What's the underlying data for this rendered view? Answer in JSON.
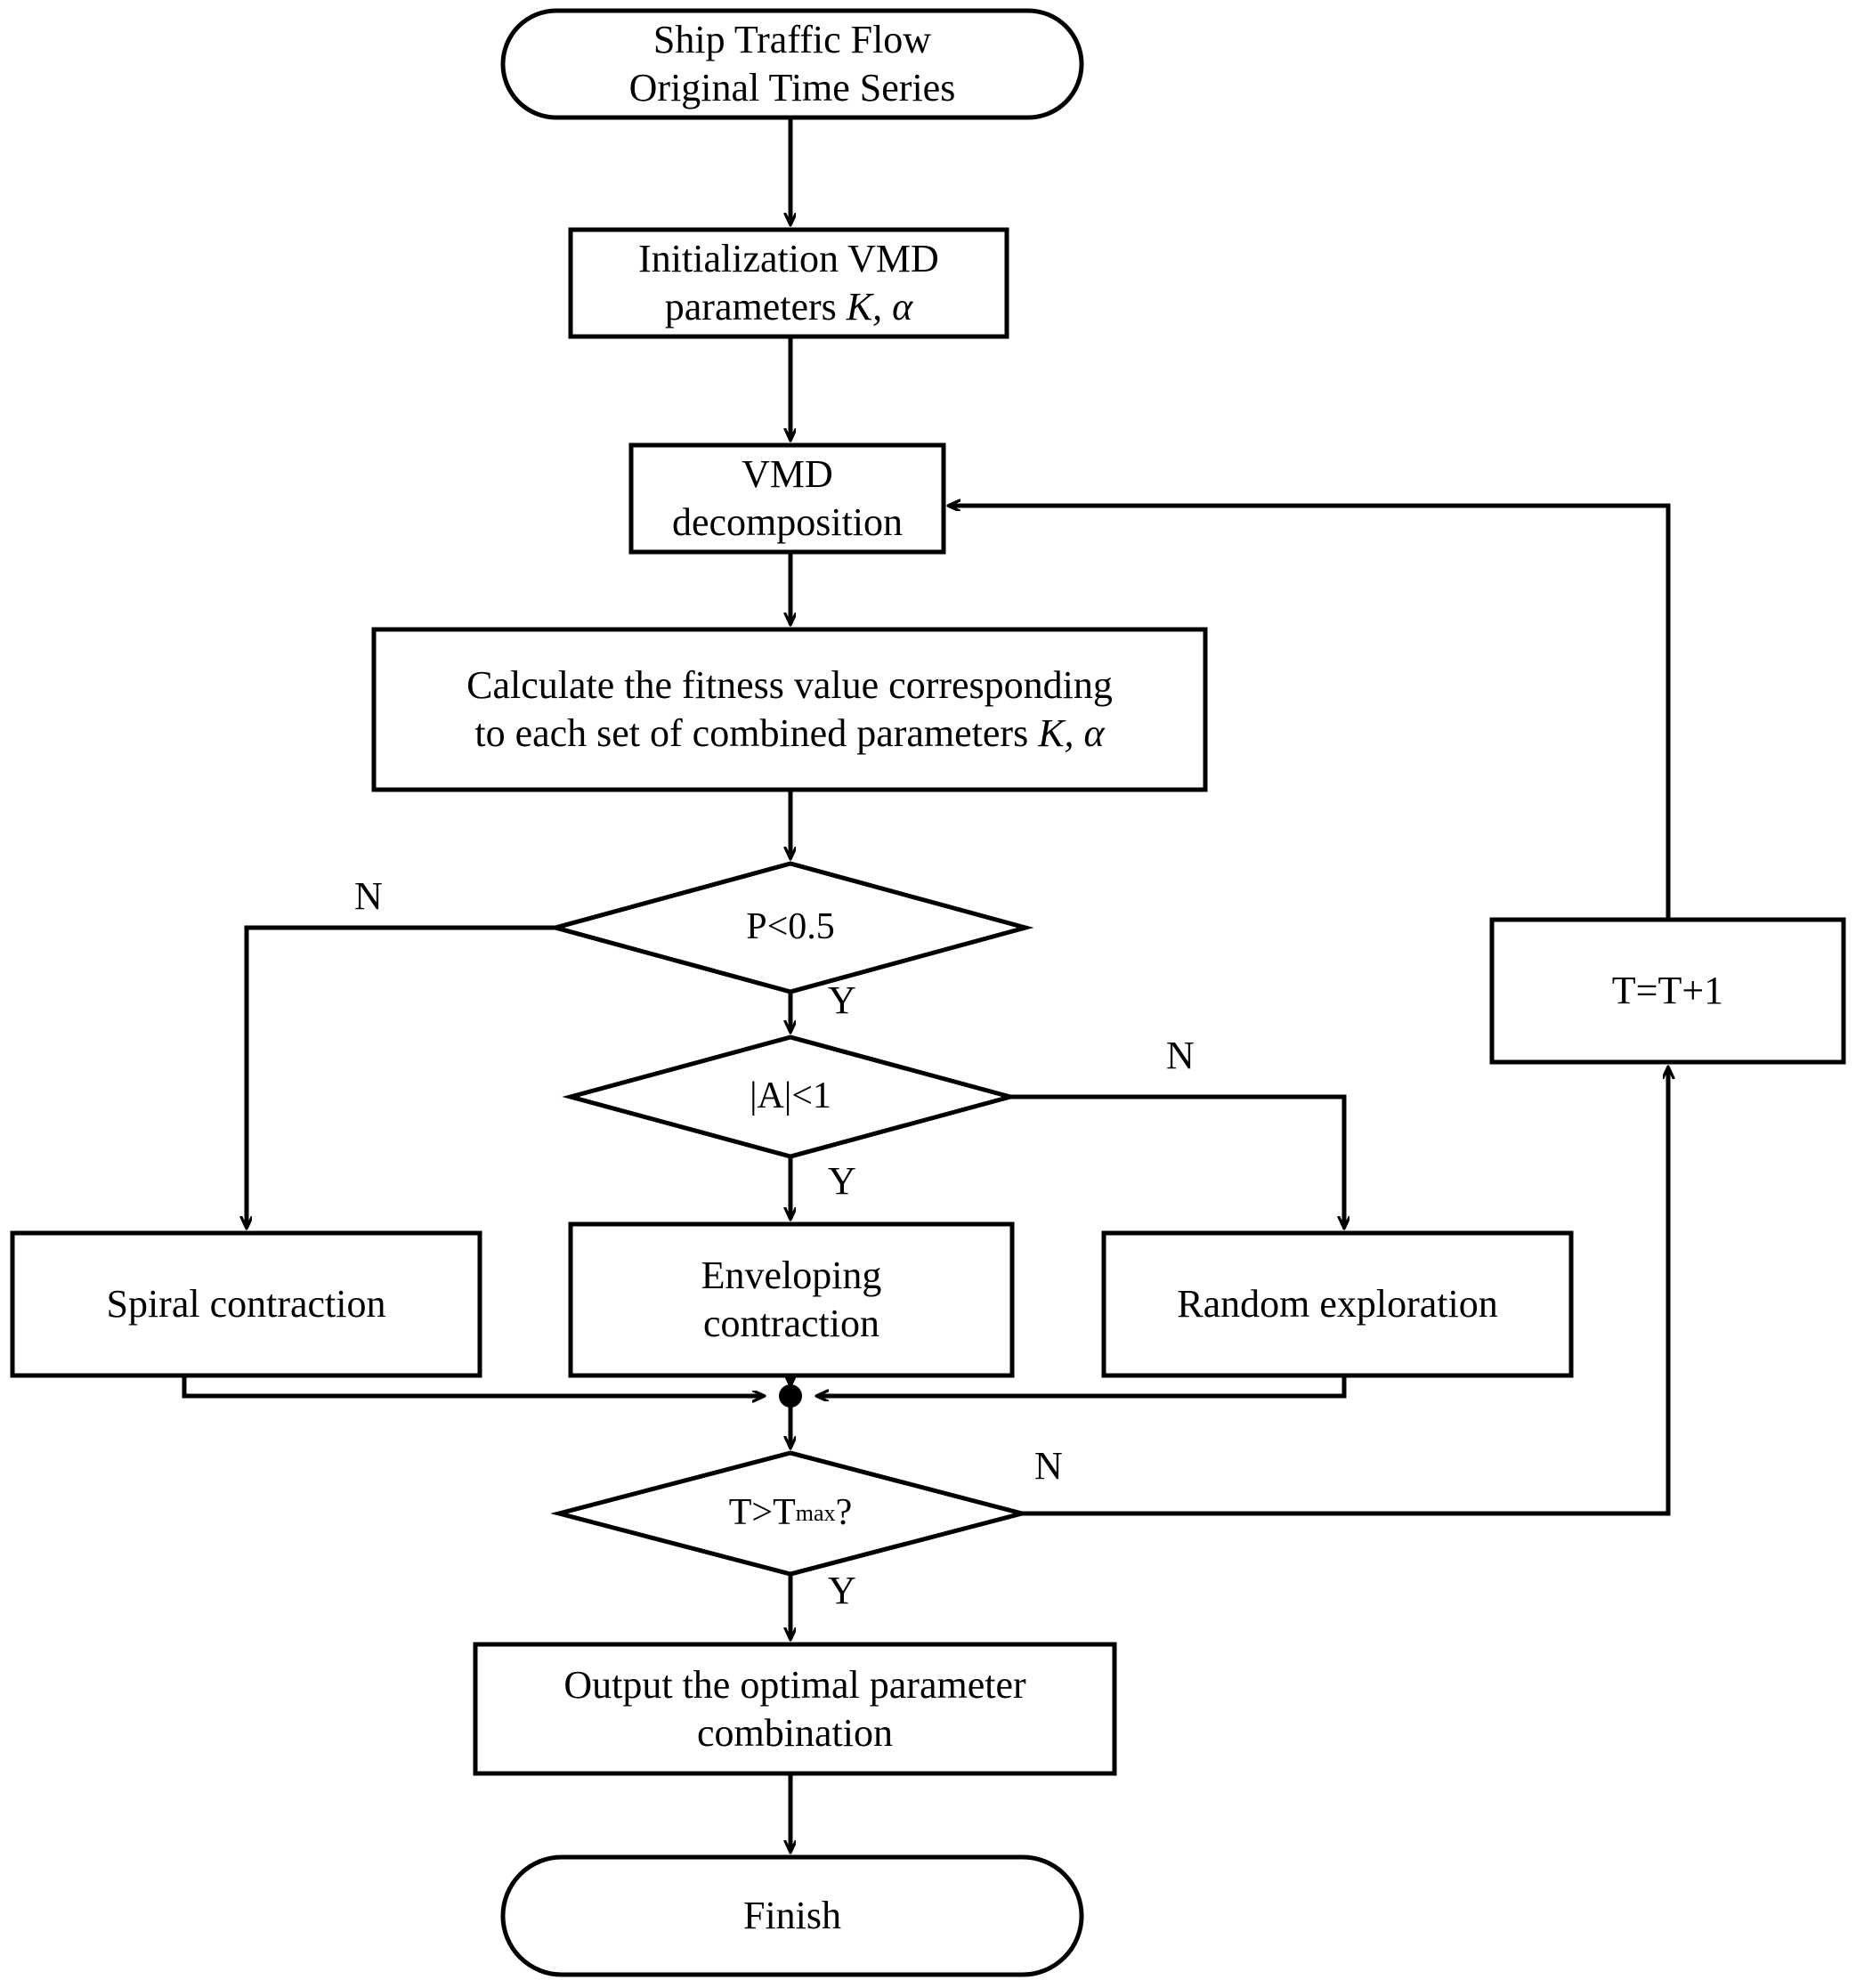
{
  "diagram": {
    "title": "VMD parameter optimization flowchart",
    "stroke_color": "#000000",
    "background_color": "#ffffff",
    "nodes": [
      {
        "id": "start",
        "shape": "terminal",
        "label": "Ship Traffic Flow\nOriginal Time Series"
      },
      {
        "id": "init",
        "shape": "process",
        "label": "Initialization VMD\nparameters K, α",
        "label_line1": "Initialization VMD",
        "label_line2_pre": "parameters ",
        "label_line2_math": "K, α"
      },
      {
        "id": "vmd",
        "shape": "process",
        "label": "VMD\ndecomposition"
      },
      {
        "id": "fitness",
        "shape": "process",
        "label": "Calculate the fitness value corresponding\nto each set of combined parameters K, α",
        "label_line1": "Calculate the fitness value corresponding",
        "label_line2_pre": "to each set of combined parameters ",
        "label_line2_math": "K, α"
      },
      {
        "id": "p_lt_05",
        "shape": "decision",
        "label": "P<0.5"
      },
      {
        "id": "abs_a_lt_1",
        "shape": "decision",
        "label": "|A|<1"
      },
      {
        "id": "spiral",
        "shape": "process",
        "label": "Spiral contraction"
      },
      {
        "id": "envelop",
        "shape": "process",
        "label": "Enveloping\ncontraction"
      },
      {
        "id": "random",
        "shape": "process",
        "label": "Random exploration"
      },
      {
        "id": "t_inc",
        "shape": "process",
        "label": "T=T+1"
      },
      {
        "id": "t_gt_tmax",
        "shape": "decision",
        "label_pre": "T>T",
        "label_sub": "max",
        "label_post": "?"
      },
      {
        "id": "output",
        "shape": "process",
        "label": "Output the optimal parameter\ncombination"
      },
      {
        "id": "finish",
        "shape": "terminal",
        "label": "Finish"
      }
    ],
    "edge_labels": [
      {
        "id": "p-no",
        "text": "N"
      },
      {
        "id": "p-yes",
        "text": "Y"
      },
      {
        "id": "a-no",
        "text": "N"
      },
      {
        "id": "a-yes",
        "text": "Y"
      },
      {
        "id": "tmax-no",
        "text": "N"
      },
      {
        "id": "tmax-yes",
        "text": "Y"
      }
    ]
  }
}
